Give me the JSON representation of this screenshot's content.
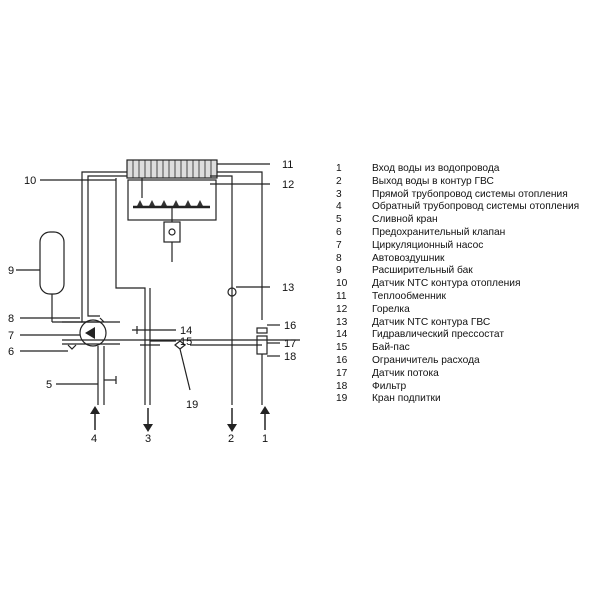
{
  "diagram_labels": {
    "l1": "1",
    "l2": "2",
    "l3": "3",
    "l4": "4",
    "l5": "5",
    "l6": "6",
    "l7": "7",
    "l8": "8",
    "l9": "9",
    "l10": "10",
    "l11": "11",
    "l12": "12",
    "l13": "13",
    "l14": "14",
    "l15": "15",
    "l16": "16",
    "l17": "17",
    "l18": "18",
    "l19": "19"
  },
  "legend": [
    {
      "num": "1",
      "text": "Вход воды из водопровода"
    },
    {
      "num": "2",
      "text": "Выход воды в контур ГВС"
    },
    {
      "num": "3",
      "text": "Прямой трубопровод системы отопления"
    },
    {
      "num": "4",
      "text": "Обратный трубопровод системы отопления"
    },
    {
      "num": "5",
      "text": "Сливной кран"
    },
    {
      "num": "6",
      "text": "Предохранительный клапан"
    },
    {
      "num": "7",
      "text": " Циркуляционный насос"
    },
    {
      "num": "8",
      "text": "Автовоздушник"
    },
    {
      "num": "9",
      "text": "Расширительный бак"
    },
    {
      "num": "10",
      "text": "Датчик NTC контура отопления"
    },
    {
      "num": "11",
      "text": "Теплообменник"
    },
    {
      "num": "12",
      "text": "Горелка"
    },
    {
      "num": "13",
      "text": "Датчик NTC контура ГВС"
    },
    {
      "num": "14",
      "text": "Гидравлический прессостат"
    },
    {
      "num": "15",
      "text": "Бай-пас"
    },
    {
      "num": "16",
      "text": "Ограничитель расхода"
    },
    {
      "num": "17",
      "text": "Датчик потока"
    },
    {
      "num": "18",
      "text": "Фильтр"
    },
    {
      "num": "19",
      "text": "Кран подпитки"
    }
  ]
}
